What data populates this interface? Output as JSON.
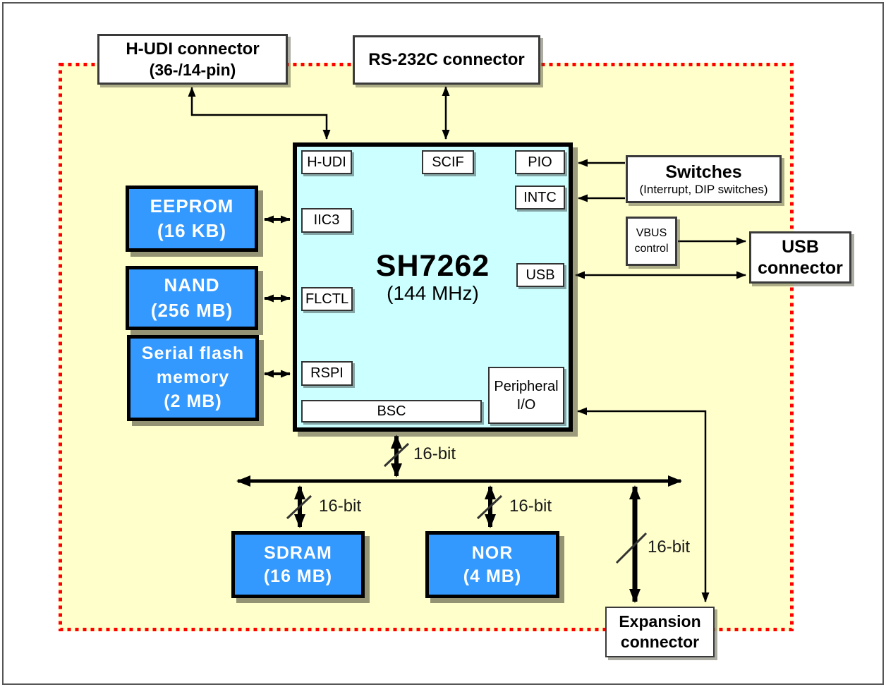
{
  "colors": {
    "board_fill": "#FFFFCC",
    "chip_fill": "#CCFFFF",
    "memory_fill": "#3399FF",
    "dotted_border": "#FF0000",
    "arrow": "#000000",
    "box_fill": "#FFFFFF"
  },
  "connectors": {
    "hudi": {
      "line1": "H-UDI connector",
      "line2": "(36-/14-pin)"
    },
    "rs232c": {
      "label": "RS-232C connector"
    },
    "usb": {
      "line1": "USB",
      "line2": "connector"
    },
    "expansion": {
      "line1": "Expansion",
      "line2": "connector"
    }
  },
  "peripherals": {
    "switches": {
      "title": "Switches",
      "subtitle": "(Interrupt, DIP switches)"
    },
    "vbus_control": {
      "line1": "VBUS",
      "line2": "control"
    }
  },
  "memories": {
    "eeprom": {
      "line1": "EEPROM",
      "line2": "(16 KB)"
    },
    "nand": {
      "line1": "NAND",
      "line2": "(256 MB)"
    },
    "serial_flash": {
      "line1": "Serial flash",
      "line2": "memory",
      "line3": "(2 MB)"
    },
    "sdram": {
      "line1": "SDRAM",
      "line2": "(16 MB)"
    },
    "nor": {
      "line1": "NOR",
      "line2": "(4 MB)"
    }
  },
  "chip": {
    "title": "SH7262",
    "subtitle": "(144 MHz)",
    "blocks": {
      "hudi": "H-UDI",
      "scif": "SCIF",
      "pio": "PIO",
      "intc": "INTC",
      "iic3": "IIC3",
      "flctl": "FLCTL",
      "rspi": "RSPI",
      "bsc": "BSC",
      "usb": "USB",
      "peripheral_io": {
        "line1": "Peripheral",
        "line2": "I/O"
      }
    }
  },
  "bus": {
    "width_label": "16-bit"
  }
}
